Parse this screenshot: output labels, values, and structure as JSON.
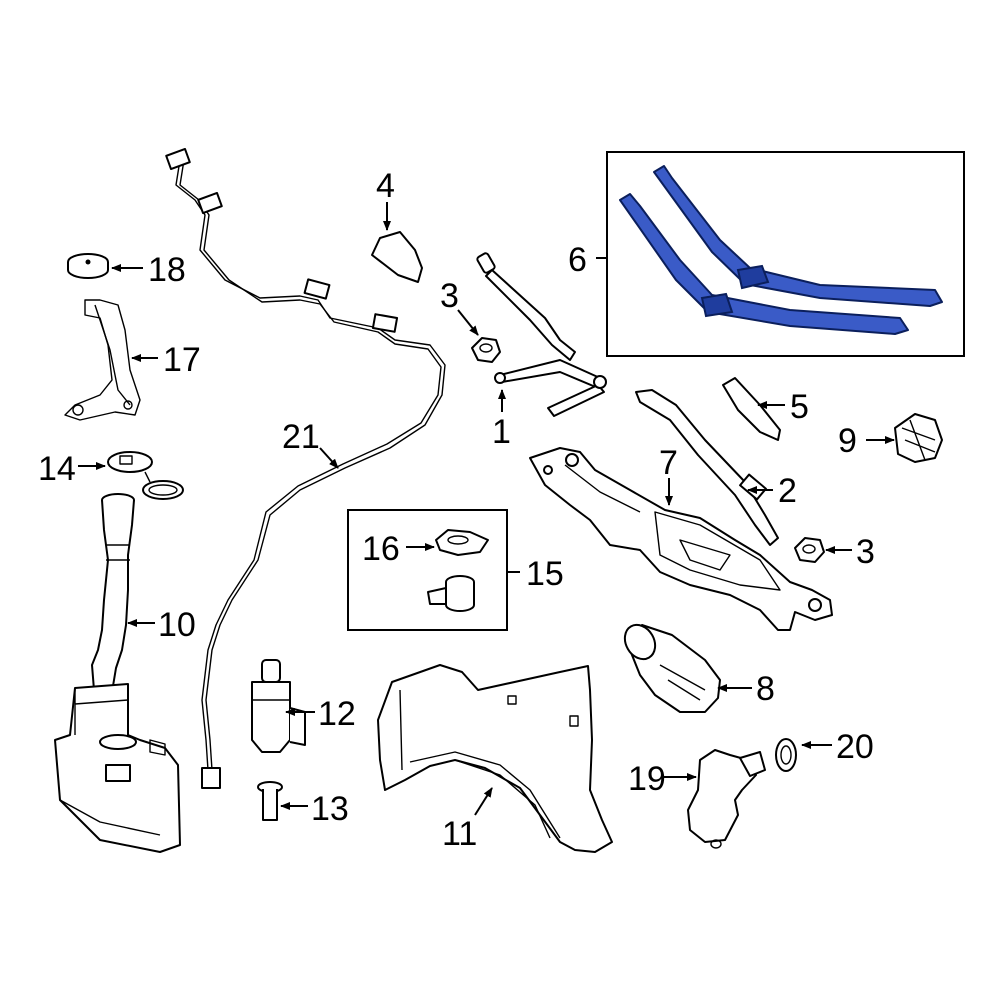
{
  "callouts": {
    "c1": "1",
    "c2": "2",
    "c3a": "3",
    "c3b": "3",
    "c4": "4",
    "c5": "5",
    "c6": "6",
    "c7": "7",
    "c8": "8",
    "c9": "9",
    "c10": "10",
    "c11": "11",
    "c12": "12",
    "c13": "13",
    "c14": "14",
    "c15": "15",
    "c16": "16",
    "c17": "17",
    "c18": "18",
    "c19": "19",
    "c20": "20",
    "c21": "21"
  },
  "colors": {
    "highlight": "#3a5bc7",
    "highlight_dark": "#1f3d9e",
    "line": "#000000",
    "background": "#ffffff"
  }
}
